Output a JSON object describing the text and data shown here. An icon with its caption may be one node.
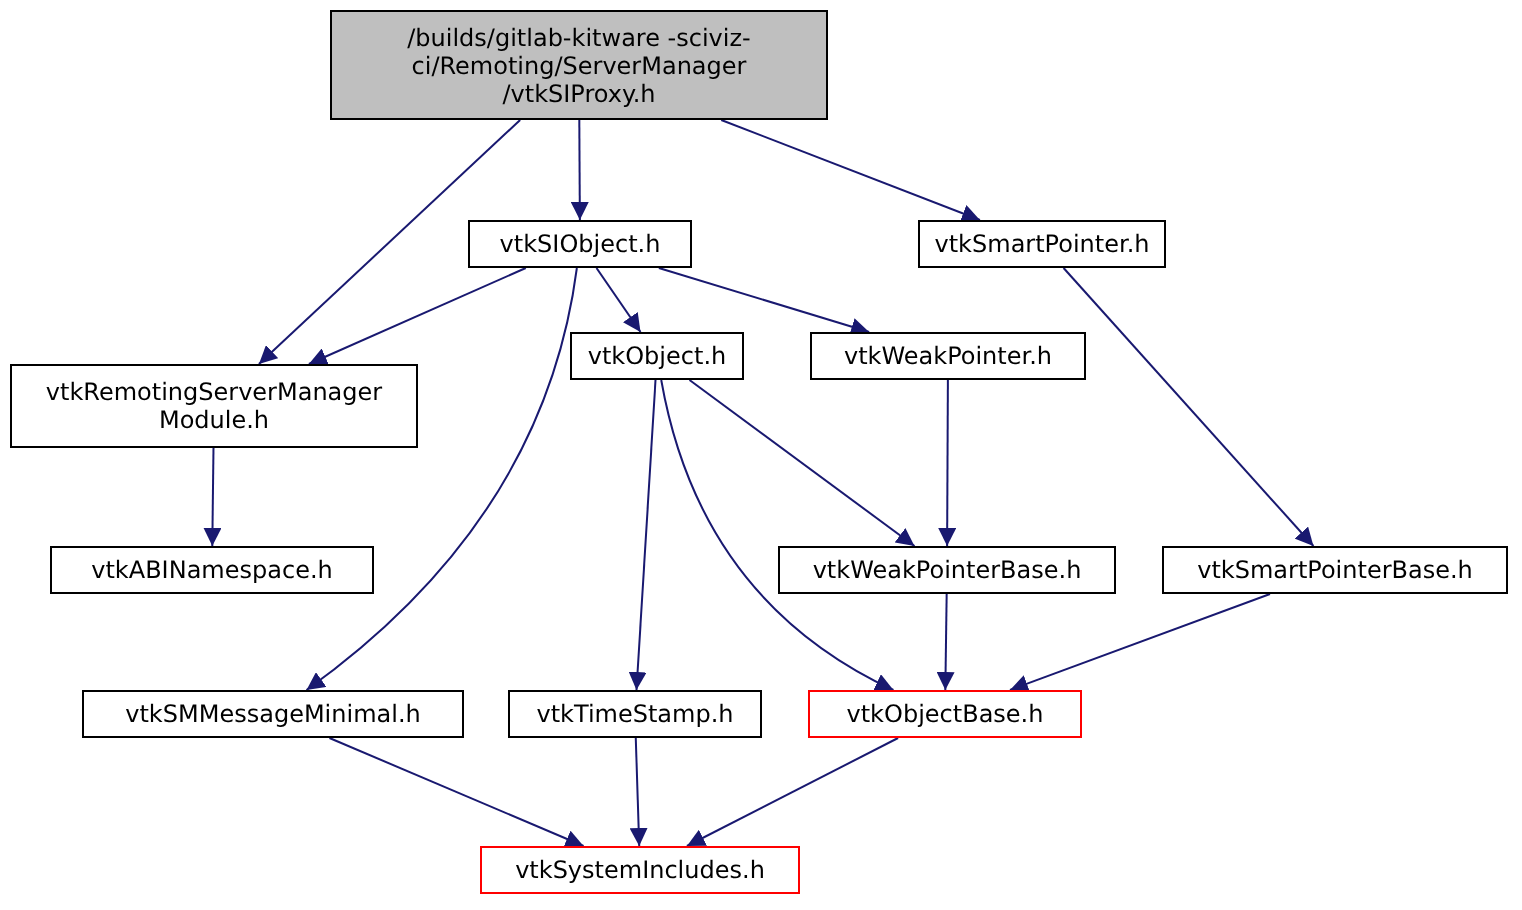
{
  "diagram": {
    "nodes": [
      {
        "text": [
          "/builds/gitlab-kitware -sciviz-ci/Remoting/ServerManager /vtkSIProxy.h"
        ]
      },
      {
        "text": [
          "vtkSIObject.h"
        ]
      },
      {
        "text": [
          "vtkSmartPointer.h"
        ]
      },
      {
        "text": [
          "vtkRemotingServerManager Module.h"
        ]
      },
      {
        "text": [
          "vtkObject.h"
        ]
      },
      {
        "text": [
          "vtkWeakPointer.h"
        ]
      },
      {
        "text": [
          "vtkABINamespace.h"
        ]
      },
      {
        "text": [
          "vtkWeakPointerBase.h"
        ]
      },
      {
        "text": [
          "vtkSmartPointerBase.h"
        ]
      },
      {
        "text": [
          "vtkSMMessageMinimal.h"
        ]
      },
      {
        "text": [
          "vtkTimeStamp.h"
        ]
      },
      {
        "text": [
          "vtkObjectBase.h"
        ]
      },
      {
        "text": [
          "vtkSystemIncludes.h"
        ]
      }
    ],
    "edges": [
      {
        "from": 0,
        "to": 3,
        "arrow": "to"
      },
      {
        "from": 0,
        "to": 1,
        "arrow": "to"
      },
      {
        "from": 0,
        "to": 2,
        "arrow": "to"
      },
      {
        "from": 1,
        "to": 3,
        "arrow": "to"
      },
      {
        "from": 1,
        "to": 4,
        "arrow": "to"
      },
      {
        "from": 1,
        "to": 5,
        "arrow": "to"
      },
      {
        "from": 1,
        "to": 9,
        "arrow": "to"
      },
      {
        "from": 2,
        "to": 8,
        "arrow": "to"
      },
      {
        "from": 3,
        "to": 6,
        "arrow": "to"
      },
      {
        "from": 4,
        "to": 10,
        "arrow": "to"
      },
      {
        "from": 4,
        "to": 7,
        "arrow": "to"
      },
      {
        "from": 4,
        "to": 11,
        "arrow": "to"
      },
      {
        "from": 5,
        "to": 7,
        "arrow": "to"
      },
      {
        "from": 7,
        "to": 11,
        "arrow": "to"
      },
      {
        "from": 8,
        "to": 11,
        "arrow": "to"
      },
      {
        "from": 9,
        "to": 12,
        "arrow": "to"
      },
      {
        "from": 10,
        "to": 12,
        "arrow": "to"
      },
      {
        "from": 11,
        "to": 12,
        "arrow": "to"
      }
    ]
  }
}
